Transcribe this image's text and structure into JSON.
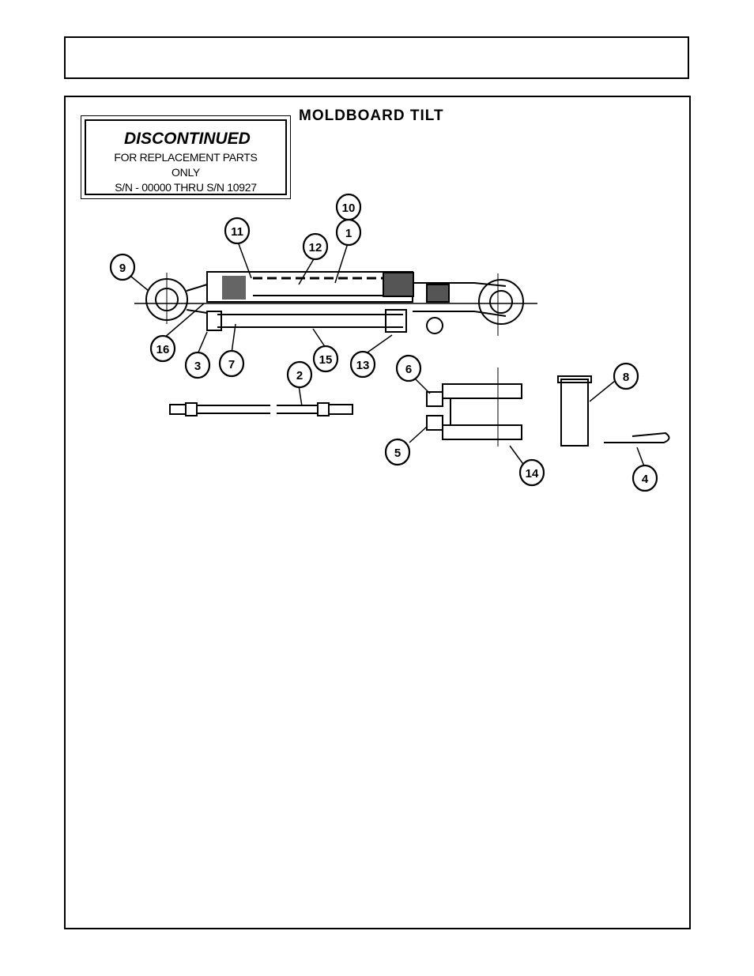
{
  "header": {
    "text": ""
  },
  "title": "MOLDBOARD  TILT",
  "stamp": {
    "heading": "DISCONTINUED",
    "line1": "FOR REPLACEMENT PARTS",
    "line2": "ONLY",
    "line3": "S/N - 00000 THRU S/N 10927"
  },
  "callouts": {
    "c1": "1",
    "c2": "2",
    "c3": "3",
    "c4": "4",
    "c5": "5",
    "c6": "6",
    "c7": "7",
    "c8": "8",
    "c9": "9",
    "c10": "10",
    "c11": "11",
    "c12": "12",
    "c13": "13",
    "c14": "14",
    "c15": "15",
    "c16": "16"
  }
}
